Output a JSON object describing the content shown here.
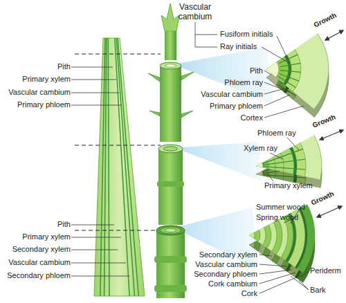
{
  "diagram": {
    "labels": [
      "Pith",
      "Primary xylem",
      "Vascular cambium",
      "Primary phloem",
      "Pith",
      "Primary xylem",
      "Secondary xylem",
      "Vascular cambium",
      "Secondary phloem",
      "Vascular cambium",
      "Fusiform initials",
      "Ray initials",
      "Growth",
      "Pith",
      "Phloem ray",
      "Vascular cambium",
      "Primary phloem",
      "Cortex",
      "Phloem ray",
      "Growth",
      "Xylem ray",
      "Primary xylem",
      "Summer wood",
      "Spring wood",
      "Growth",
      "Secondary xylem",
      "Vascular cambium",
      "Secondary phloem",
      "Cork cambium",
      "Cork",
      "Periderm",
      "Bark"
    ]
  }
}
